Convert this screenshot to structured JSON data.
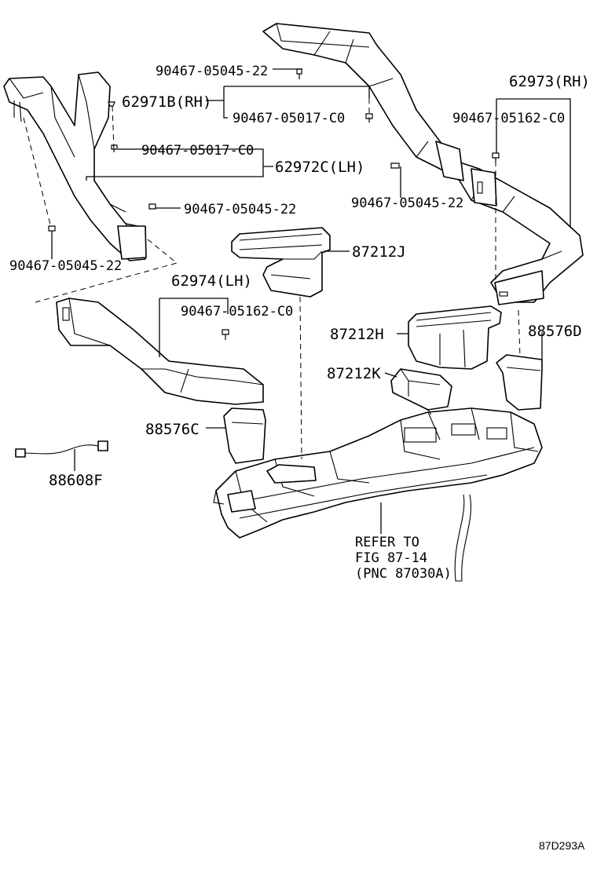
{
  "parts": {
    "p_90467_05045_22_top": "90467-05045-22",
    "p_62971B": "62971B(RH)",
    "p_90467_05017_C0_top": "90467-05017-C0",
    "p_90467_05017_C0_left": "90467-05017-C0",
    "p_62972C": "62972C(LH)",
    "p_62973": "62973(RH)",
    "p_90467_05162_C0_right": "90467-05162-C0",
    "p_90467_05045_22_right": "90467-05045-22",
    "p_90467_05045_22_mid": "90467-05045-22",
    "p_90467_05045_22_left": "90467-05045-22",
    "p_87212J": "87212J",
    "p_62974": "62974(LH)",
    "p_90467_05162_C0_mid": "90467-05162-C0",
    "p_87212H": "87212H",
    "p_88576D": "88576D",
    "p_87212K": "87212K",
    "p_88576C": "88576C",
    "p_88608F": "88608F"
  },
  "refer": {
    "line1": "REFER TO",
    "line2": "FIG 87-14",
    "line3": "(PNC 87030A)"
  },
  "figure_code": "87D293A"
}
